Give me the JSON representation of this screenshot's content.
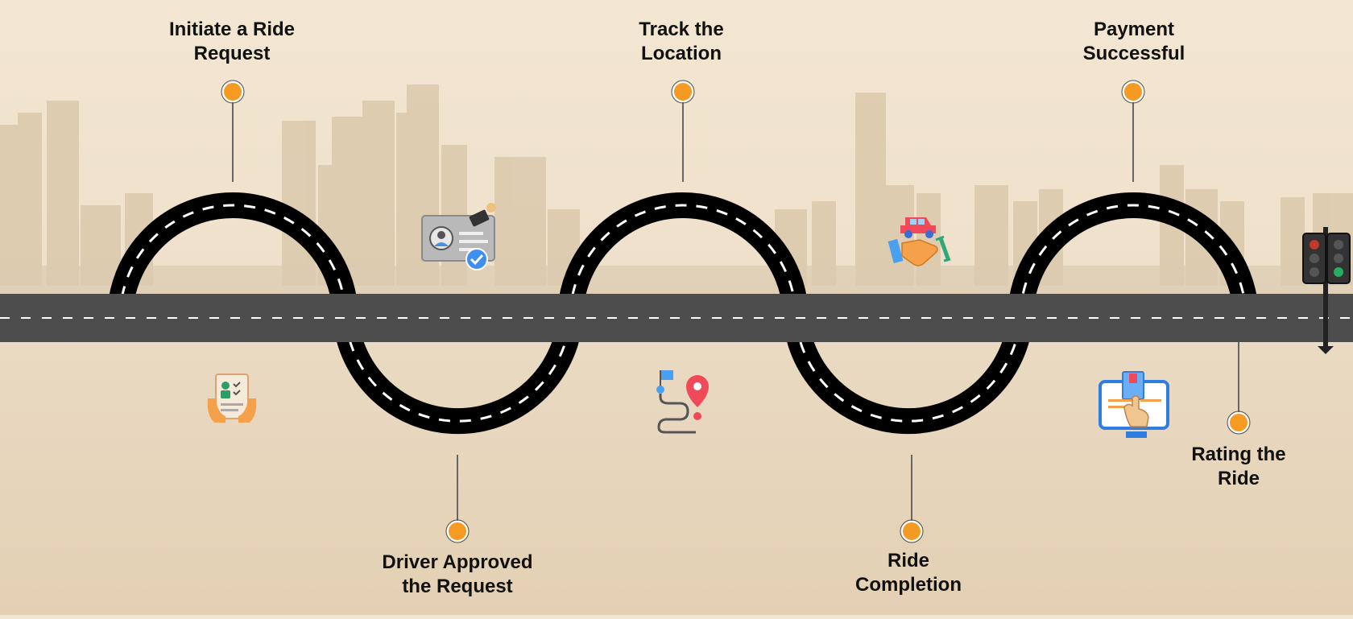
{
  "steps": [
    {
      "label": "Initiate a Ride\nRequest",
      "icon": "ride-request-form-icon"
    },
    {
      "label": "Driver Approved\nthe Request",
      "icon": "driver-id-card-approved-icon"
    },
    {
      "label": "Track the\nLocation",
      "icon": "route-location-pin-icon"
    },
    {
      "label": "Ride\nCompletion",
      "icon": "car-handshake-icon"
    },
    {
      "label": "Payment\nSuccessful",
      "icon": "card-payment-tap-icon"
    },
    {
      "label": "Rating the\nRide",
      "icon": "traffic-light-icon"
    }
  ],
  "colors": {
    "road": "#000000",
    "highway": "#4d4d4d",
    "lane_mark": "#ffffff",
    "marker": "#f59a23",
    "connector": "#666666",
    "skyline": "#d9c6aa"
  }
}
